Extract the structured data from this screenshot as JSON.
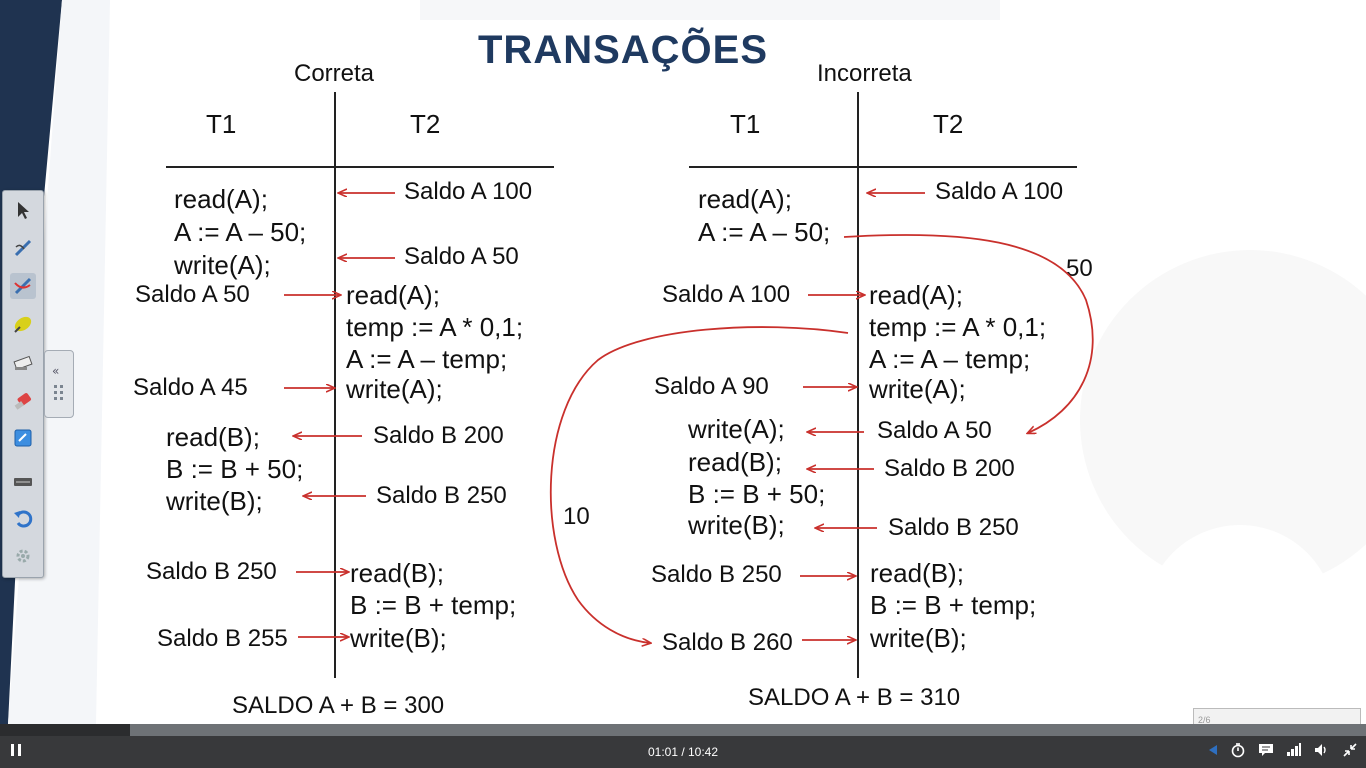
{
  "slide": {
    "title": "TRANSAÇÕES",
    "left": {
      "caption": "Correta",
      "t1": "T1",
      "t2": "T2",
      "code": [
        "read(A);",
        "A := A – 50;",
        "write(A);",
        "read(A);",
        "temp := A * 0,1;",
        "A := A – temp;",
        "write(A);",
        "read(B);",
        "B := B + 50;",
        "write(B);",
        "read(B);",
        "B := B + temp;",
        "write(B);"
      ],
      "labels": [
        "Saldo A 100",
        "Saldo A  50",
        "Saldo A  50",
        "Saldo A  45",
        "Saldo B 200",
        "Saldo B 250",
        "Saldo B  250",
        "Saldo B 255"
      ],
      "total": "SALDO A + B = 300"
    },
    "right": {
      "caption": "Incorreta",
      "t1": "T1",
      "t2": "T2",
      "code": [
        "read(A);",
        "A := A – 50;",
        "read(A);",
        "temp := A * 0,1;",
        "A := A – temp;",
        "write(A);",
        "write(A);",
        "read(B);",
        "B := B + 50;",
        "write(B);",
        "read(B);",
        "B := B + temp;",
        "write(B);"
      ],
      "labels": [
        "Saldo A 100",
        "Saldo A 100",
        "Saldo A  90",
        "Saldo A  50",
        "Saldo B 200",
        "Saldo B 250",
        "Saldo B  250",
        "Saldo B 260"
      ],
      "curve_labels": [
        "50",
        "10"
      ],
      "total": "SALDO A + B = 310"
    }
  },
  "toolbar": {
    "tools": [
      "cursor-icon",
      "pen-icon",
      "highlighter-pen-icon",
      "marker-icon",
      "eraser-icon",
      "clear-icon",
      "whiteboard-icon",
      "keyboard-icon",
      "undo-icon",
      "settings-icon"
    ]
  },
  "player": {
    "time": "01:01 / 10:42",
    "progress": 0.095,
    "slide_counter": "2/6",
    "colors": {
      "accent": "#c9302c",
      "title": "#1f3a60"
    }
  }
}
